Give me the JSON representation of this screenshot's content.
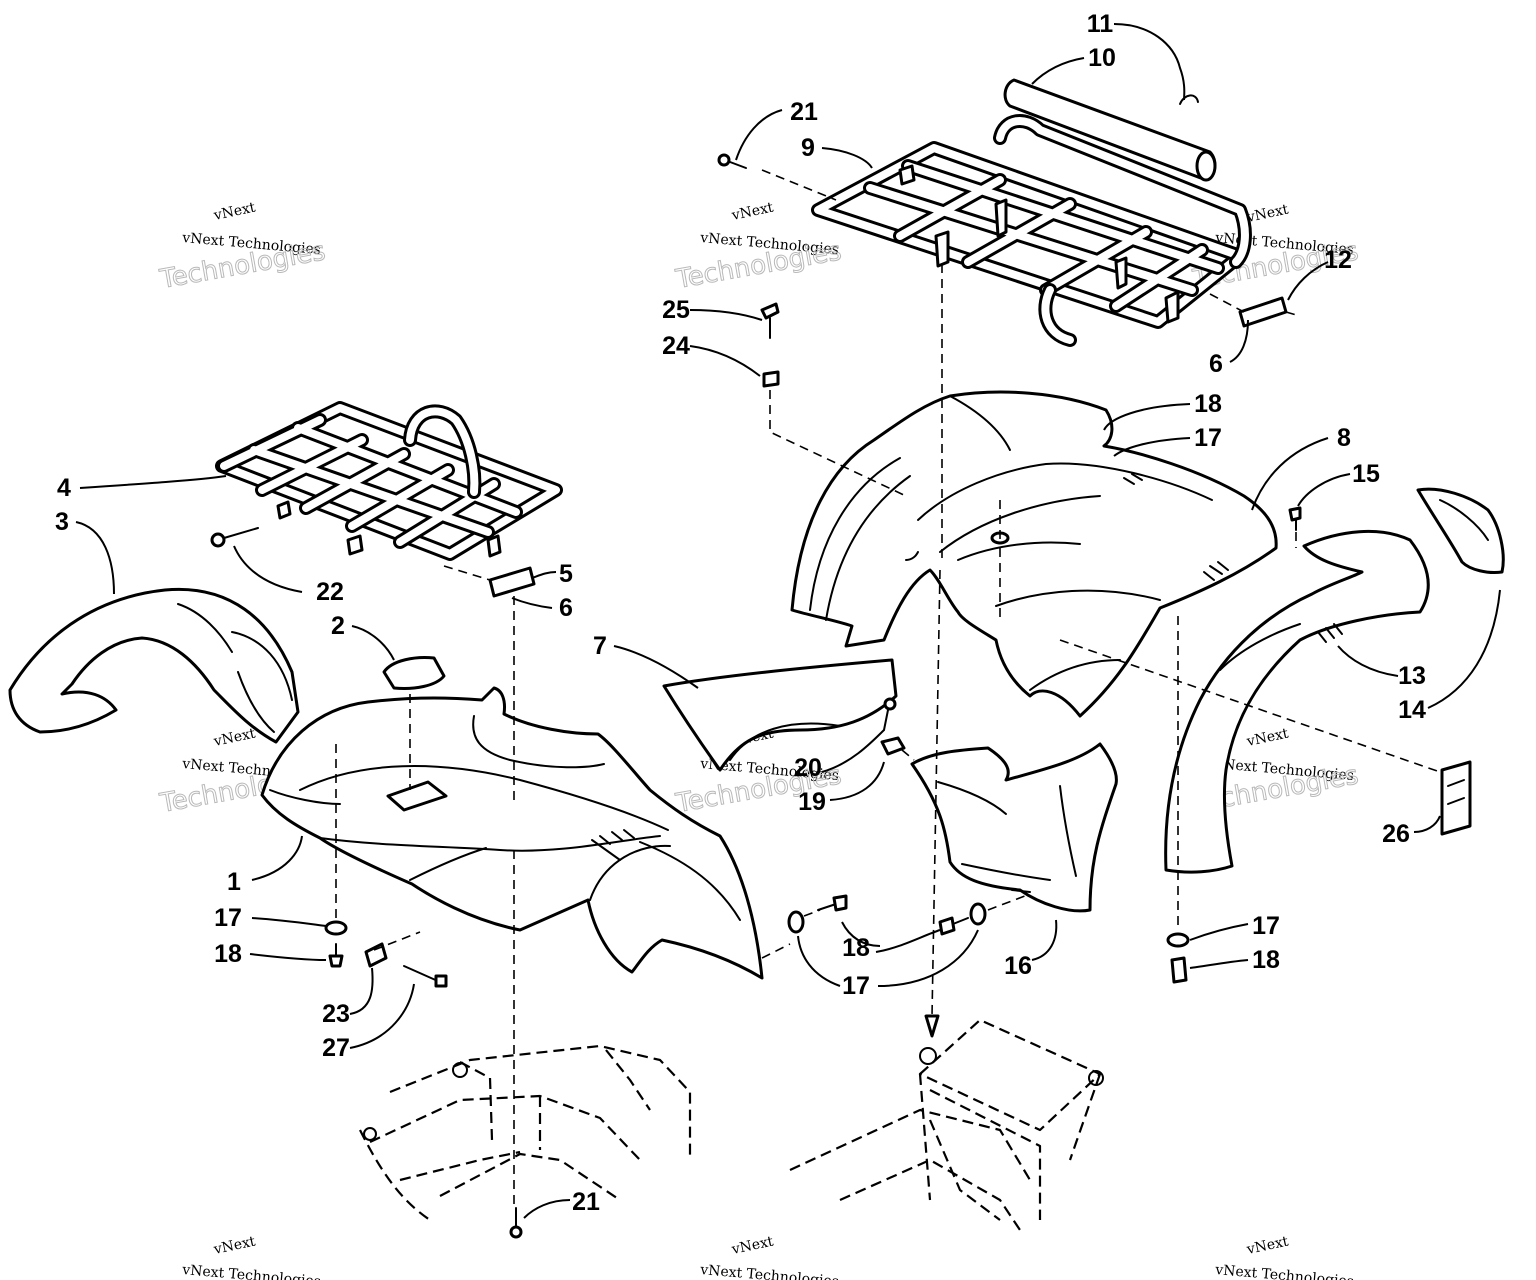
{
  "watermark": {
    "brand": "vNext",
    "small": "vNext Technologies",
    "large": "Technologies"
  },
  "callouts": [
    {
      "id": "c1",
      "text": "1"
    },
    {
      "id": "c2",
      "text": "2"
    },
    {
      "id": "c3",
      "text": "3"
    },
    {
      "id": "c4",
      "text": "4"
    },
    {
      "id": "c5",
      "text": "5"
    },
    {
      "id": "c6a",
      "text": "6"
    },
    {
      "id": "c6b",
      "text": "6"
    },
    {
      "id": "c7",
      "text": "7"
    },
    {
      "id": "c8",
      "text": "8"
    },
    {
      "id": "c9",
      "text": "9"
    },
    {
      "id": "c10",
      "text": "10"
    },
    {
      "id": "c11",
      "text": "11"
    },
    {
      "id": "c12",
      "text": "12"
    },
    {
      "id": "c13",
      "text": "13"
    },
    {
      "id": "c14",
      "text": "14"
    },
    {
      "id": "c15",
      "text": "15"
    },
    {
      "id": "c16",
      "text": "16"
    },
    {
      "id": "c17a",
      "text": "17"
    },
    {
      "id": "c17b",
      "text": "17"
    },
    {
      "id": "c17c",
      "text": "17"
    },
    {
      "id": "c17d",
      "text": "17"
    },
    {
      "id": "c18a",
      "text": "18"
    },
    {
      "id": "c18b",
      "text": "18"
    },
    {
      "id": "c18c",
      "text": "18"
    },
    {
      "id": "c18d",
      "text": "18"
    },
    {
      "id": "c19",
      "text": "19"
    },
    {
      "id": "c20",
      "text": "20"
    },
    {
      "id": "c21a",
      "text": "21"
    },
    {
      "id": "c21b",
      "text": "21"
    },
    {
      "id": "c22",
      "text": "22"
    },
    {
      "id": "c23",
      "text": "23"
    },
    {
      "id": "c24",
      "text": "24"
    },
    {
      "id": "c25",
      "text": "25"
    },
    {
      "id": "c26",
      "text": "26"
    },
    {
      "id": "c27",
      "text": "27"
    }
  ]
}
